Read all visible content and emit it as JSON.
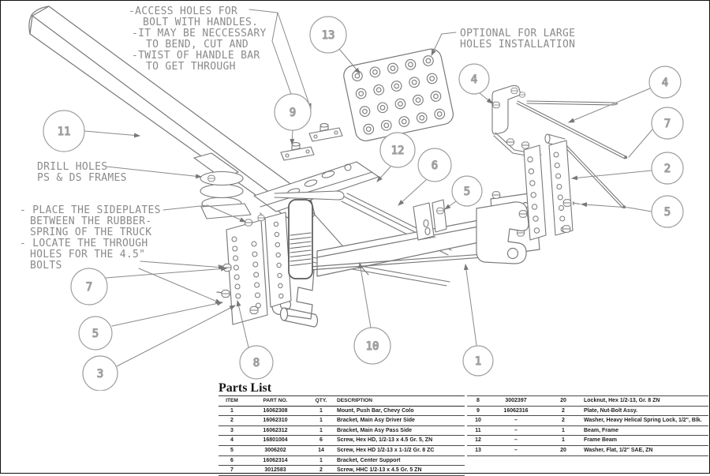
{
  "annotations": {
    "access_holes": [
      "-ACCESS HOLES FOR",
      "BOLT WITH HANDLES.",
      "-IT MAY BE NECCESSARY",
      "TO BEND, CUT AND",
      "-TWIST OF HANDLE BAR",
      "TO GET THROUGH"
    ],
    "optional": [
      "OPTIONAL FOR LARGE",
      "HOLES INSTALLATION"
    ],
    "drill": [
      "DRILL HOLES",
      "PS & DS FRAMES"
    ],
    "sideplates": [
      "- PLACE THE SIDEPLATES",
      "BETWEEN THE RUBBER-",
      "SPRING OF THE TRUCK",
      "- LOCATE THE THROUGH",
      "HOLES FOR THE 4.5\"",
      "BOLTS"
    ]
  },
  "callouts": [
    "13",
    "9",
    "11",
    "12",
    "6",
    "5",
    "4",
    "4",
    "7",
    "2",
    "5",
    "7",
    "5",
    "3",
    "8",
    "10",
    "1"
  ],
  "parts_list": {
    "title": "Parts List",
    "headers": [
      "ITEM",
      "PART NO.",
      "QTY.",
      "DESCRIPTION"
    ],
    "rows_left": [
      [
        "1",
        "16062308",
        "1",
        "Mount, Push Bar, Chevy Colo"
      ],
      [
        "2",
        "16062310",
        "1",
        "Bracket, Main Asy Driver Side"
      ],
      [
        "3",
        "16062312",
        "1",
        "Bracket, Main Asy Pass Side"
      ],
      [
        "4",
        "16801004",
        "6",
        "Screw, Hex HD, 1/2-13 x 4.5 Gr. 5, ZN"
      ],
      [
        "5",
        "3006202",
        "14",
        "Screw, Hex HD 1/2-13 x 1-1/2 Gr. 8 ZC"
      ],
      [
        "6",
        "16062314",
        "1",
        "Bracket, Center Support"
      ],
      [
        "7",
        "3012583",
        "2",
        "Screw, HHC 1/2-13 x 4.5 Gr. 5 ZN"
      ]
    ],
    "rows_right": [
      [
        "8",
        "3002397",
        "20",
        "Locknut, Hex 1/2-13, Gr. 8 ZN"
      ],
      [
        "9",
        "16062316",
        "2",
        "Plate, Nut-Bolt Assy."
      ],
      [
        "10",
        "–",
        "2",
        "Washer, Heavy Helical Spring Lock, 1/2\", Blk."
      ],
      [
        "11",
        "–",
        "1",
        "Beam, Frame"
      ],
      [
        "12",
        "–",
        "1",
        "Frame Beam"
      ],
      [
        "13",
        "–",
        "20",
        "Washer, Flat, 1/2\" SAE, ZN"
      ]
    ]
  },
  "colors": {
    "line": "#787878",
    "annotation": "#8a8a8a",
    "callout": "#9f9f9f",
    "table_text": "#1d1d1d"
  }
}
